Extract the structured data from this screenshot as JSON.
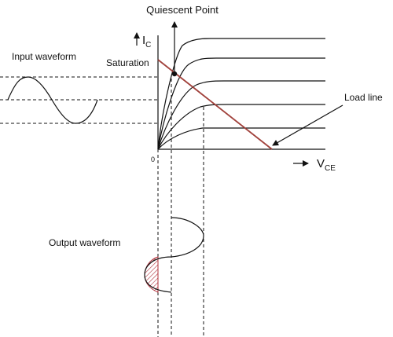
{
  "title": "Quiescent Point",
  "labels": {
    "ic_letter": "I",
    "ic_sub": "C",
    "vce_letter": "V",
    "vce_sub": "CE",
    "input_waveform": "Input waveform",
    "saturation": "Saturation",
    "load_line": "Load line",
    "output_waveform": "Output waveform",
    "origin": "0"
  },
  "colors": {
    "ink": "#111111",
    "load_line": "#a0403a",
    "hatch": "#b0303a"
  }
}
